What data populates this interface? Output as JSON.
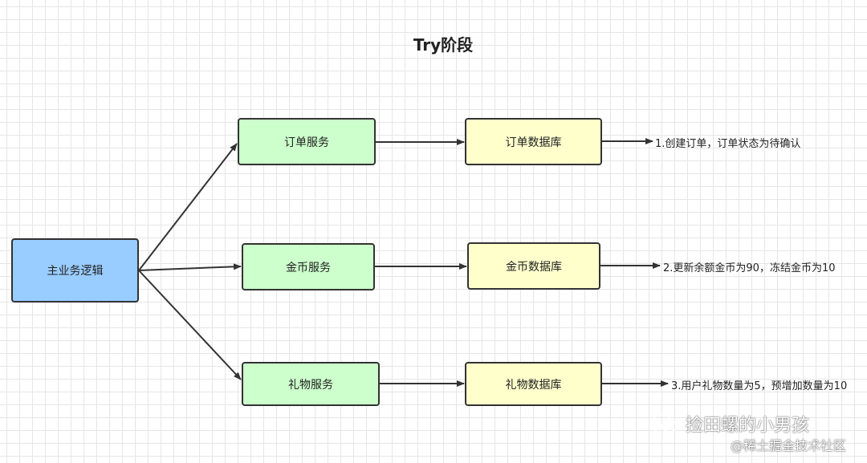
{
  "diagram": {
    "title": "Try阶段",
    "main_node": "主业务逻辑",
    "rows": [
      {
        "service": "订单服务",
        "database": "订单数据库",
        "note": "1.创建订单，订单状态为待确认"
      },
      {
        "service": "金币服务",
        "database": "金币数据库",
        "note": "2.更新余额金币为90，冻结金币为10"
      },
      {
        "service": "礼物服务",
        "database": "礼物数据库",
        "note": "3.用户礼物数量为5，预增加数量为10"
      }
    ],
    "colors": {
      "main_fill": "#99ccff",
      "service_fill": "#ccffcc",
      "database_fill": "#ffffcc",
      "stroke": "#333333",
      "grid": "#e6e6e6"
    }
  },
  "watermark": {
    "icon": "wechat-icon",
    "line1": "捡田螺的小男孩",
    "line2": "@稀土掘金技术社区"
  }
}
